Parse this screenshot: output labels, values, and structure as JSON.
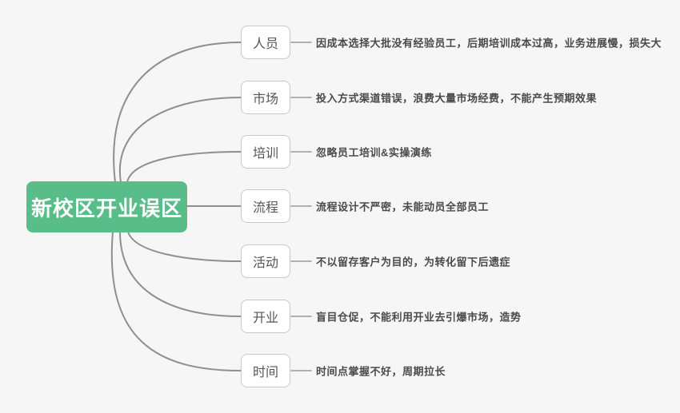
{
  "root": {
    "label": "新校区开业误区"
  },
  "branches": [
    {
      "label": "人员",
      "desc": "因成本选择大批没有经验员工，后期培训成本过高，业务进展慢，损失大"
    },
    {
      "label": "市场",
      "desc": "投入方式渠道错误，浪费大量市场经费，不能产生预期效果"
    },
    {
      "label": "培训",
      "desc": "忽略员工培训&实操演练"
    },
    {
      "label": "流程",
      "desc": "流程设计不严密，未能动员全部员工"
    },
    {
      "label": "活动",
      "desc": "不以留存客户为目的，为转化留下后遗症"
    },
    {
      "label": "开业",
      "desc": "盲目仓促，不能利用开业去引爆市场，造势"
    },
    {
      "label": "时间",
      "desc": "时间点掌握不好，周期拉长"
    }
  ],
  "colors": {
    "canvas_bg": "#f6f6f6",
    "root_bg": "#58bd88",
    "root_text": "#ffffff",
    "node_bg": "#ffffff",
    "node_border": "#c9c9c9",
    "node_text": "#555555",
    "edge_line": "#8f8f8f",
    "desc_text": "#4a4a4a"
  }
}
